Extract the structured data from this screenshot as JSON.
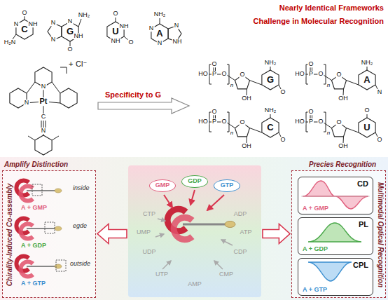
{
  "diagram": {
    "nodes": [
      {
        "text": [
          "Amplify Distinction",
          "Chirality-Induced Co-assembly"
        ]
      },
      {
        "text": [
          "CTP",
          "ADP",
          "UMP",
          "ATP",
          "UDP",
          "CDP",
          "UTP",
          "AMP",
          "CMP"
        ]
      },
      {
        "text": [
          "GMP"
        ],
        "in": 1
      },
      {
        "text": [
          "GDP"
        ],
        "in": 1
      },
      {
        "text": [
          "GTP"
        ],
        "in": 1
      },
      {
        "text": [
          "Precies Recognition",
          "Multimodal Optical Recognition"
        ]
      },
      {
        "text": [
          "CD",
          "A + GMP"
        ],
        "in": 5
      },
      {
        "text": [
          "PL",
          "A + GDP"
        ],
        "in": 5
      },
      {
        "text": [
          "CPL",
          "A + GTP"
        ],
        "in": 5
      }
    ],
    "edges": [
      {
        "from": 1,
        "to": 0,
        "arrow": "to"
      },
      {
        "from": 1,
        "to": 5,
        "arrow": "to"
      }
    ],
    "labels": [
      "Nearly Identical Frameworks",
      "Challenge in Molecular Recognition",
      "C",
      "O",
      "NH",
      "N",
      "H₂N",
      "G",
      "NH₂",
      "NH",
      "O",
      "N",
      "N",
      "N",
      "U",
      "O",
      "NH",
      "O",
      "NH",
      "A",
      "NH₂",
      "N",
      "N",
      "N",
      "NH",
      "+",
      "Cl⁻",
      "Pt",
      "N",
      "N",
      "C",
      "N",
      "Specificity to G",
      "HO",
      "P",
      "O",
      "O",
      "n",
      "O",
      "OH",
      "G",
      "NH₂",
      "O",
      "HO",
      "P",
      "O",
      "O",
      "n",
      "O",
      "OH",
      "A",
      "NH₂",
      "N",
      "HO",
      "P",
      "O",
      "O",
      "n",
      "O",
      "OH",
      "C",
      "NH₂",
      "O",
      "HO",
      "P",
      "O",
      "O",
      "n",
      "O",
      "OH",
      "U",
      "O",
      "O",
      "inside",
      "A + GMP",
      "egde",
      "A + GDP",
      "outside",
      "A + GTP"
    ]
  }
}
